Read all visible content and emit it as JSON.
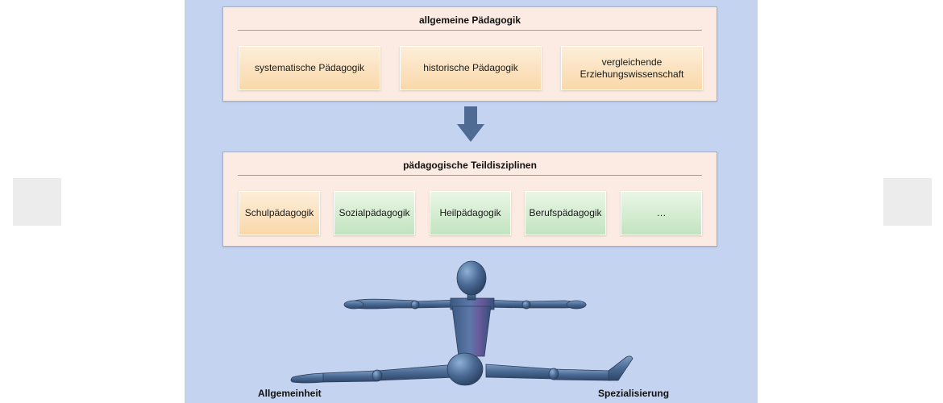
{
  "general": {
    "title": "allgemeine Pädagogik",
    "items": [
      "systematische Pädagogik",
      "historische Pädagogik",
      "vergleichende Erziehungswissenschaft"
    ]
  },
  "subdisciplines": {
    "title": "pädagogische Teildisziplinen",
    "items": [
      "Schulpädagogik",
      "Sozialpädagogik",
      "Heilpädagogik",
      "Berufspädagogik",
      "…"
    ]
  },
  "axis": {
    "left_label": "Allgemeinheit",
    "right_label": "Spezialisierung"
  },
  "colors": {
    "panel_bg": "#c4d3ef",
    "group_bg": "#fcebe3",
    "card_orange": "#f9d8a9",
    "card_green": "#c2e4bf",
    "arrow": "#4f6a93",
    "figure": "#4a6a94"
  },
  "icons": {
    "flow": "arrow-down-icon",
    "figure": "splits-figure-icon"
  }
}
